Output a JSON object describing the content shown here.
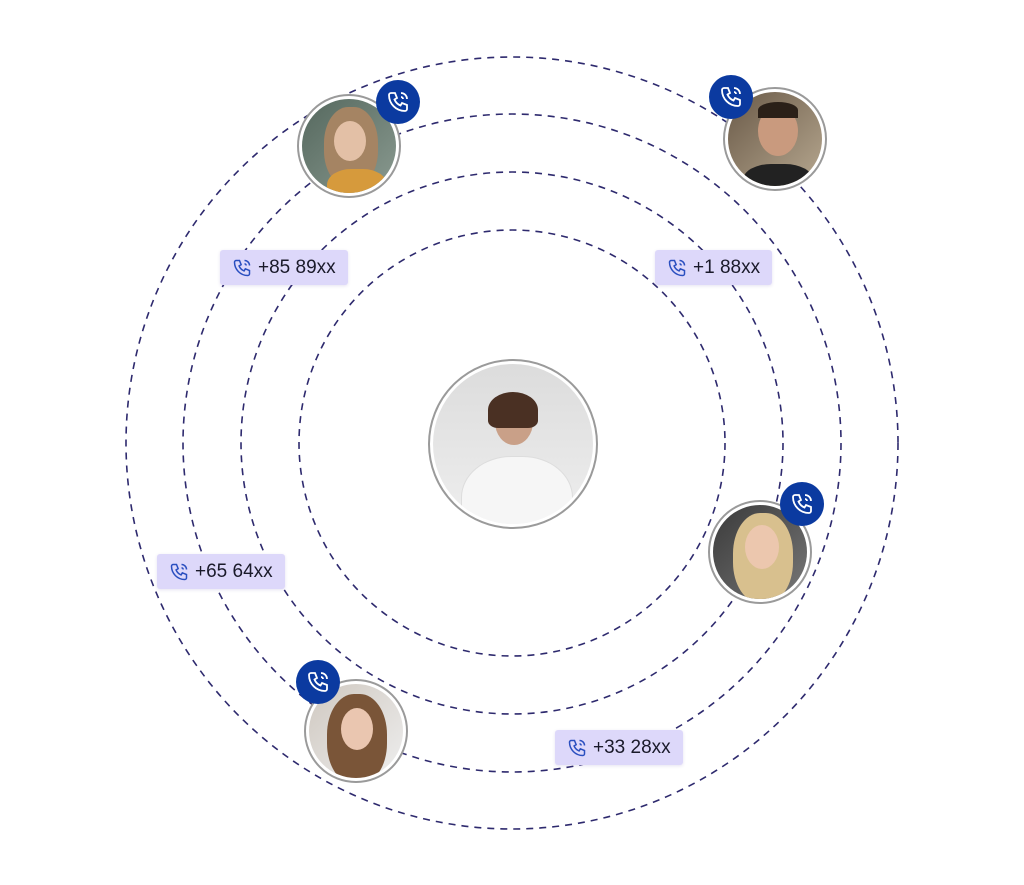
{
  "colors": {
    "orbit": "#2e2a6e",
    "badge": "#0b3aa0",
    "label_bg": "#ddd8fa",
    "phone_icon": "#2a4fc0"
  },
  "labels": [
    {
      "text": "+85 89xx",
      "icon": "phone-call-icon"
    },
    {
      "text": "+1 88xx",
      "icon": "phone-call-icon"
    },
    {
      "text": "+65 64xx",
      "icon": "phone-call-icon"
    },
    {
      "text": "+33 28xx",
      "icon": "phone-call-icon"
    }
  ]
}
